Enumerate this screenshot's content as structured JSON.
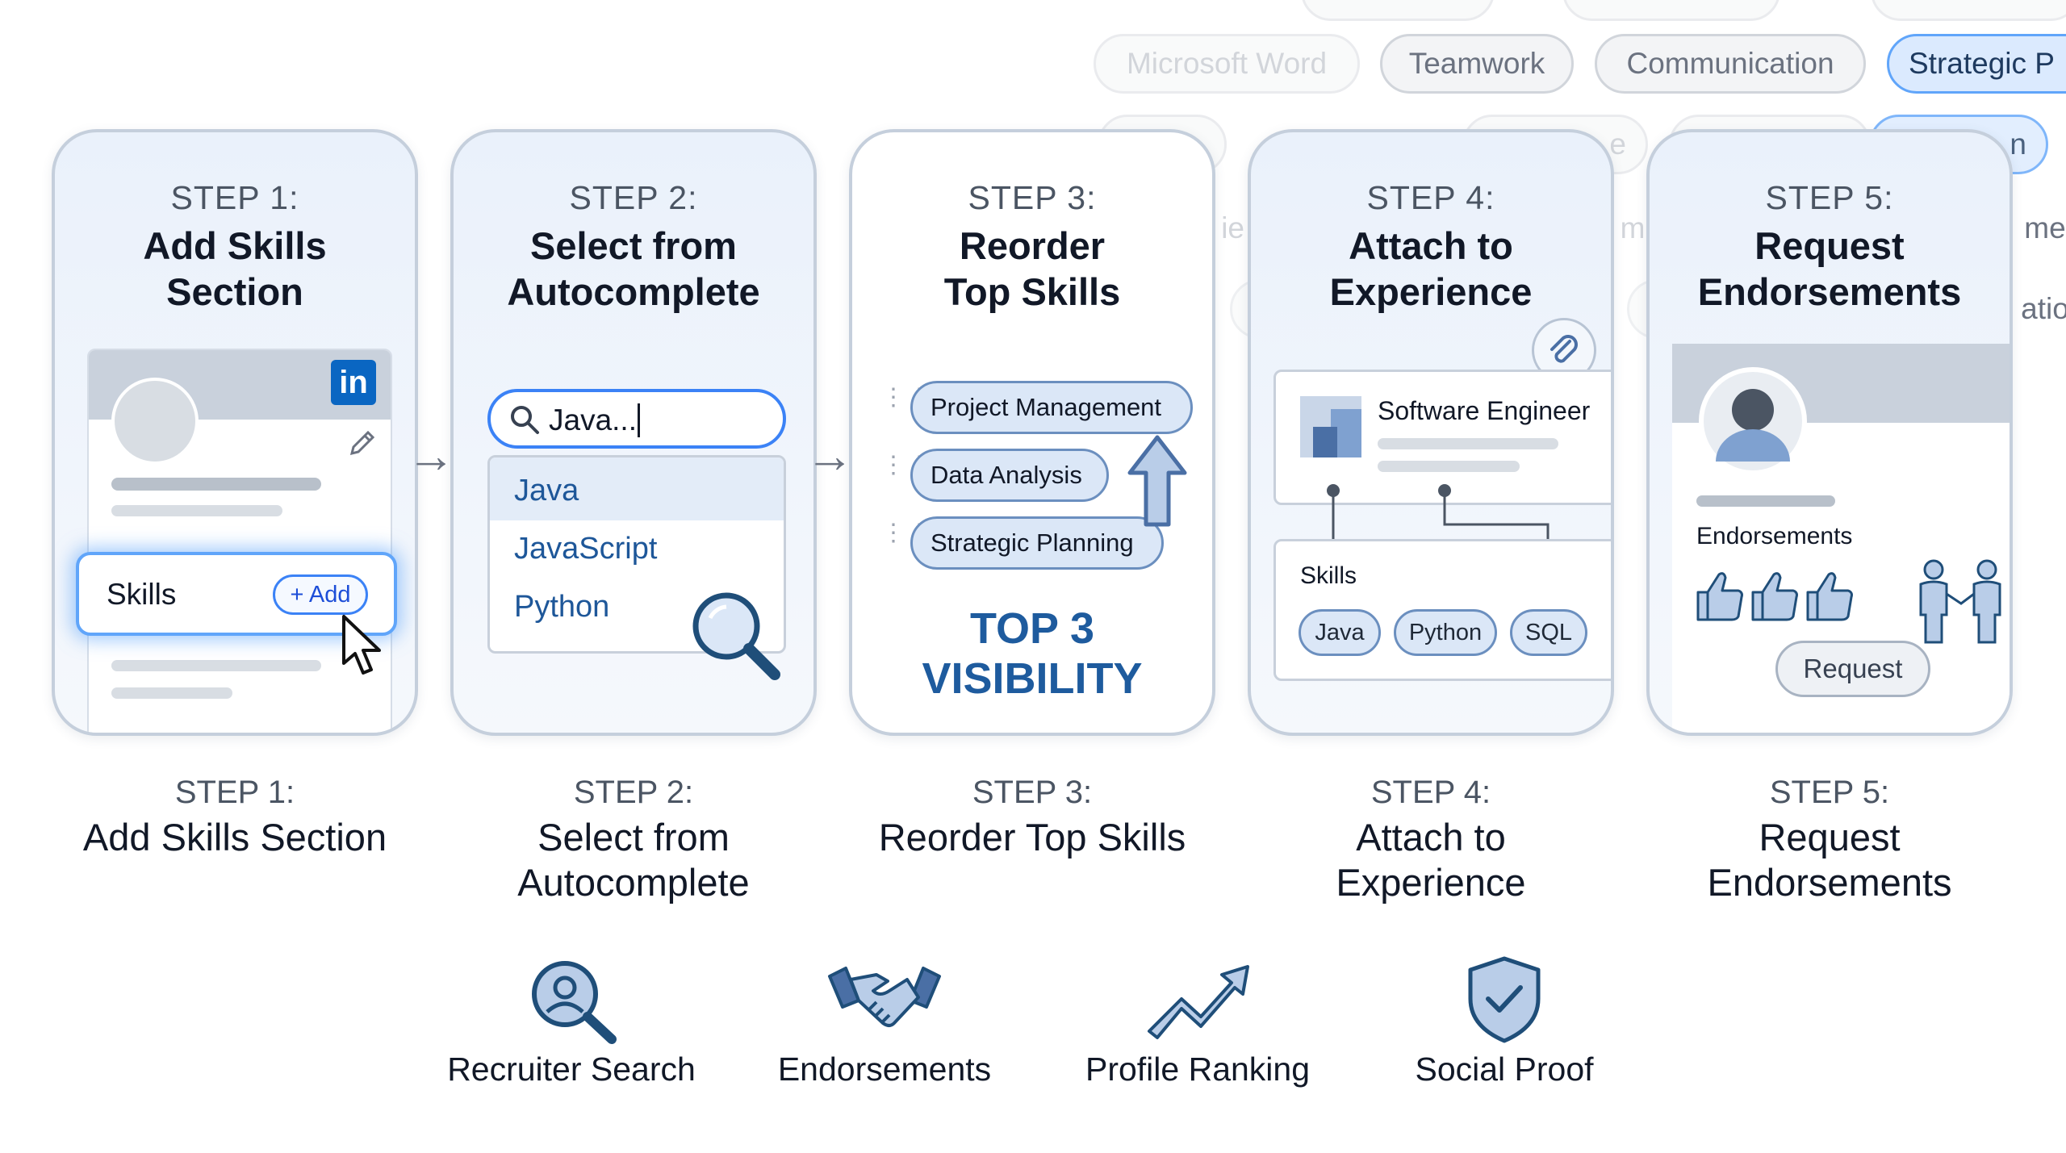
{
  "background_chips": {
    "row1": [
      "Microsoft Word",
      "Teamwork",
      "Communication",
      "Strategic P"
    ],
    "row2": [
      "",
      "e",
      "",
      "n"
    ],
    "row3": [
      "ie",
      "m",
      "me"
    ],
    "row4": [
      "atio"
    ]
  },
  "steps": [
    {
      "step": "STEP 1:",
      "title_lines": [
        "Add Skills",
        "Section"
      ],
      "caption_lines": [
        "Add Skills Section"
      ]
    },
    {
      "step": "STEP 2:",
      "title_lines": [
        "Select from",
        "Autocomplete"
      ],
      "caption_lines": [
        "Select from",
        "Autocomplete"
      ]
    },
    {
      "step": "STEP 3:",
      "title_lines": [
        "Reorder",
        "Top Skills"
      ],
      "caption_lines": [
        "Reorder Top Skills"
      ]
    },
    {
      "step": "STEP 4:",
      "title_lines": [
        "Attach to",
        "Experience"
      ],
      "caption_lines": [
        "Attach to",
        "Experience"
      ]
    },
    {
      "step": "STEP 5:",
      "title_lines": [
        "Request",
        "Endorsements"
      ],
      "caption_lines": [
        "Request",
        "Endorsements"
      ]
    }
  ],
  "card1": {
    "logo": "in",
    "skills_label": "Skills",
    "add_label": "+ Add"
  },
  "card2": {
    "query": "Java...",
    "options": [
      "Java",
      "JavaScript",
      "Python"
    ]
  },
  "card3": {
    "chips": [
      "Project Management",
      "Data Analysis",
      "Strategic Planning"
    ],
    "visibility_lines": [
      "TOP 3",
      "VISIBILITY"
    ]
  },
  "card4": {
    "job_title": "Software Engineer",
    "skills_label": "Skills",
    "skills": [
      "Java",
      "Python",
      "SQL"
    ]
  },
  "card5": {
    "endorsements_label": "Endorsements",
    "request_label": "Request"
  },
  "benefits": [
    {
      "label": "Recruiter Search",
      "icon": "recruiter-search-icon"
    },
    {
      "label": "Endorsements",
      "icon": "handshake-icon"
    },
    {
      "label": "Profile Ranking",
      "icon": "trend-up-icon"
    },
    {
      "label": "Social Proof",
      "icon": "shield-check-icon"
    }
  ],
  "colors": {
    "accent": "#3b82f6",
    "navy": "#1e5b9e",
    "icon_blue": "#4a6fa5",
    "icon_fill": "#b9cde8"
  }
}
